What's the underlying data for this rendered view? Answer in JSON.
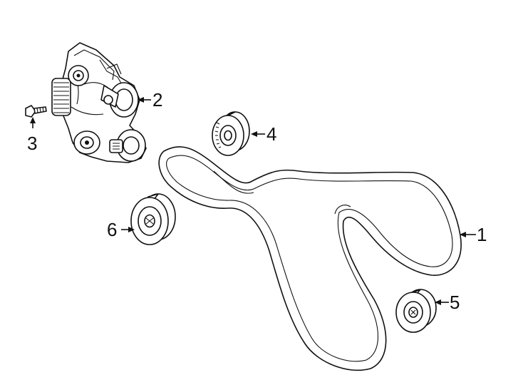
{
  "callouts": {
    "belt": "1",
    "tensioner": "2",
    "bolt": "3",
    "idler_upper": "4",
    "idler_lower": "5",
    "idler_left": "6"
  }
}
